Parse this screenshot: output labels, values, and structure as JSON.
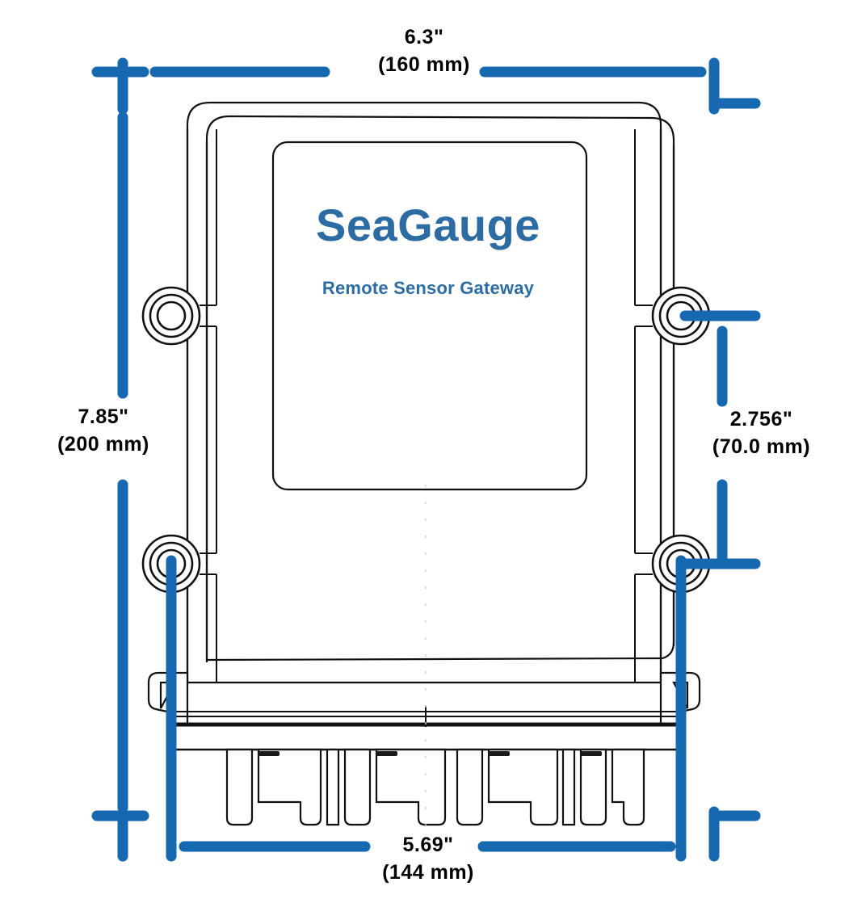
{
  "drawing": {
    "kind": "mechanical-dimension-drawing",
    "subject": "SeaGauge Remote Sensor Gateway enclosure front view",
    "background_color": "#ffffff",
    "outline_color": "#111111",
    "dimension_color": "#1668b0",
    "brand_color": "#2d6ca2"
  },
  "product_label": {
    "name": "SeaGauge",
    "subtitle": "Remote Sensor Gateway"
  },
  "dimensions": {
    "top": {
      "id": "overall-width",
      "inches": "6.3\"",
      "millimeters": "(160 mm)",
      "orientation": "horizontal",
      "position": "top"
    },
    "bottom": {
      "id": "mounting-hole-width",
      "inches": "5.69\"",
      "millimeters": "(144 mm)",
      "orientation": "horizontal",
      "position": "bottom"
    },
    "left": {
      "id": "overall-height",
      "inches": "7.85\"",
      "millimeters": "(200 mm)",
      "orientation": "vertical",
      "position": "left"
    },
    "right": {
      "id": "mounting-hole-height",
      "inches": "2.756\"",
      "millimeters": "(70.0 mm)",
      "orientation": "vertical",
      "position": "right"
    }
  },
  "features": {
    "mounting_bosses": 4,
    "mounting_boss_rings": 3,
    "connector_stubs": 8,
    "side_clips": 2
  }
}
